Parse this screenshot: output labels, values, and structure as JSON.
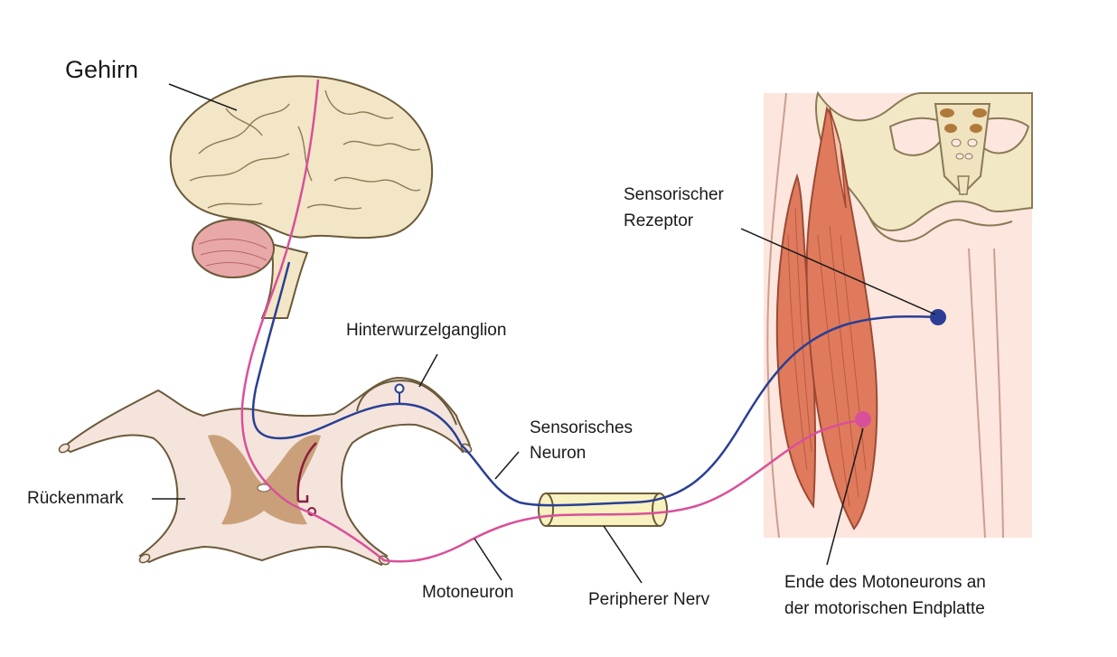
{
  "labels": {
    "brain": "Gehirn",
    "spinal_cord": "Rückenmark",
    "dorsal_root_ganglion": "Hinterwurzelganglion",
    "sensory_neuron_line1": "Sensorisches",
    "sensory_neuron_line2": "Neuron",
    "motor_neuron": "Motoneuron",
    "peripheral_nerve": "Peripherer Nerv",
    "sensory_receptor_line1": "Sensorischer",
    "sensory_receptor_line2": "Rezeptor",
    "motor_end_line1": "Ende des Motoneurons an",
    "motor_end_line2": "der motorischen Endplatte"
  },
  "colors": {
    "sensory_neuron": "#2a3f94",
    "motor_neuron": "#d9509a",
    "upper_motor": "#8b1c3c",
    "brain": "#f2e6c6",
    "grey_matter": "#c9a079",
    "spinal_tissue": "#f4e4dc",
    "muscle": "#e07a5c",
    "skin": "#fde6de",
    "bone": "#f2e8c6",
    "nerve_sheath": "#f8f2c0"
  }
}
